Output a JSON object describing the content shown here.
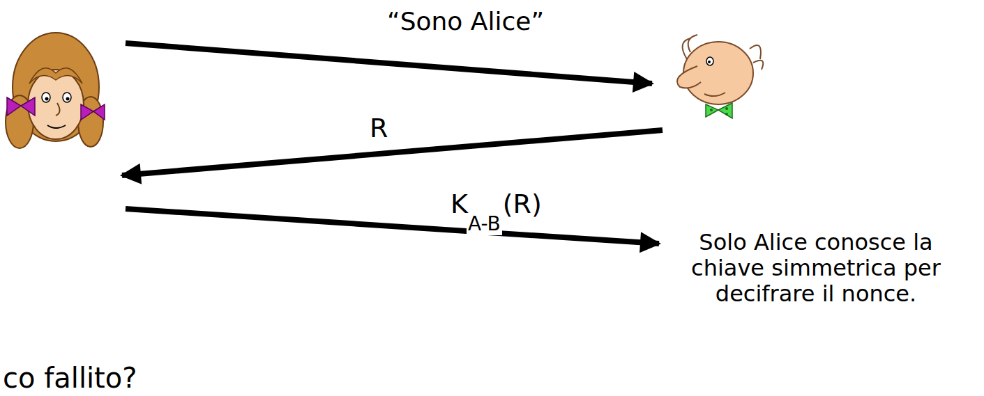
{
  "diagram": {
    "labels": [
      "“Sono Alice”",
      "R",
      "K",
      "A-B",
      "(R)",
      "Solo Alice conosce la chiave simmetrica per decifrare il nonce.",
      "co fallito?"
    ]
  }
}
